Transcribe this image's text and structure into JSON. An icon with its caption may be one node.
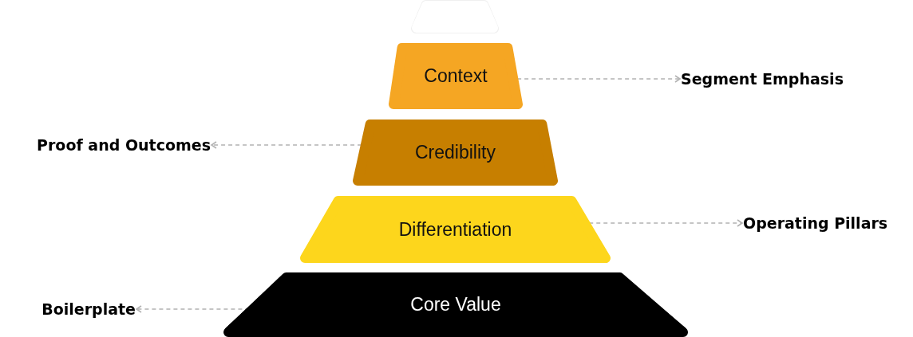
{
  "diagram": {
    "nodes": [
      {
        "text": [],
        "shape": "trapezoid"
      },
      {
        "text": [
          "Context"
        ]
      },
      {
        "text": [
          "Credibility"
        ]
      },
      {
        "text": [
          "Differentiation"
        ]
      },
      {
        "text": [
          "Core Value"
        ]
      },
      {
        "text": [
          "Segment Emphasis"
        ]
      },
      {
        "text": [
          "Proof and Outcomes"
        ]
      },
      {
        "text": [
          "Operating Pillars"
        ]
      },
      {
        "text": [
          "Boilerplate"
        ]
      }
    ],
    "edges": [
      {
        "from": 1,
        "to": 5,
        "arrow": "to",
        "style": "dashed"
      },
      {
        "from": 2,
        "to": 6,
        "arrow": "to",
        "style": "dashed"
      },
      {
        "from": 3,
        "to": 7,
        "arrow": "to",
        "style": "dashed"
      },
      {
        "from": 4,
        "to": 8,
        "arrow": "to",
        "style": "dashed"
      }
    ]
  }
}
